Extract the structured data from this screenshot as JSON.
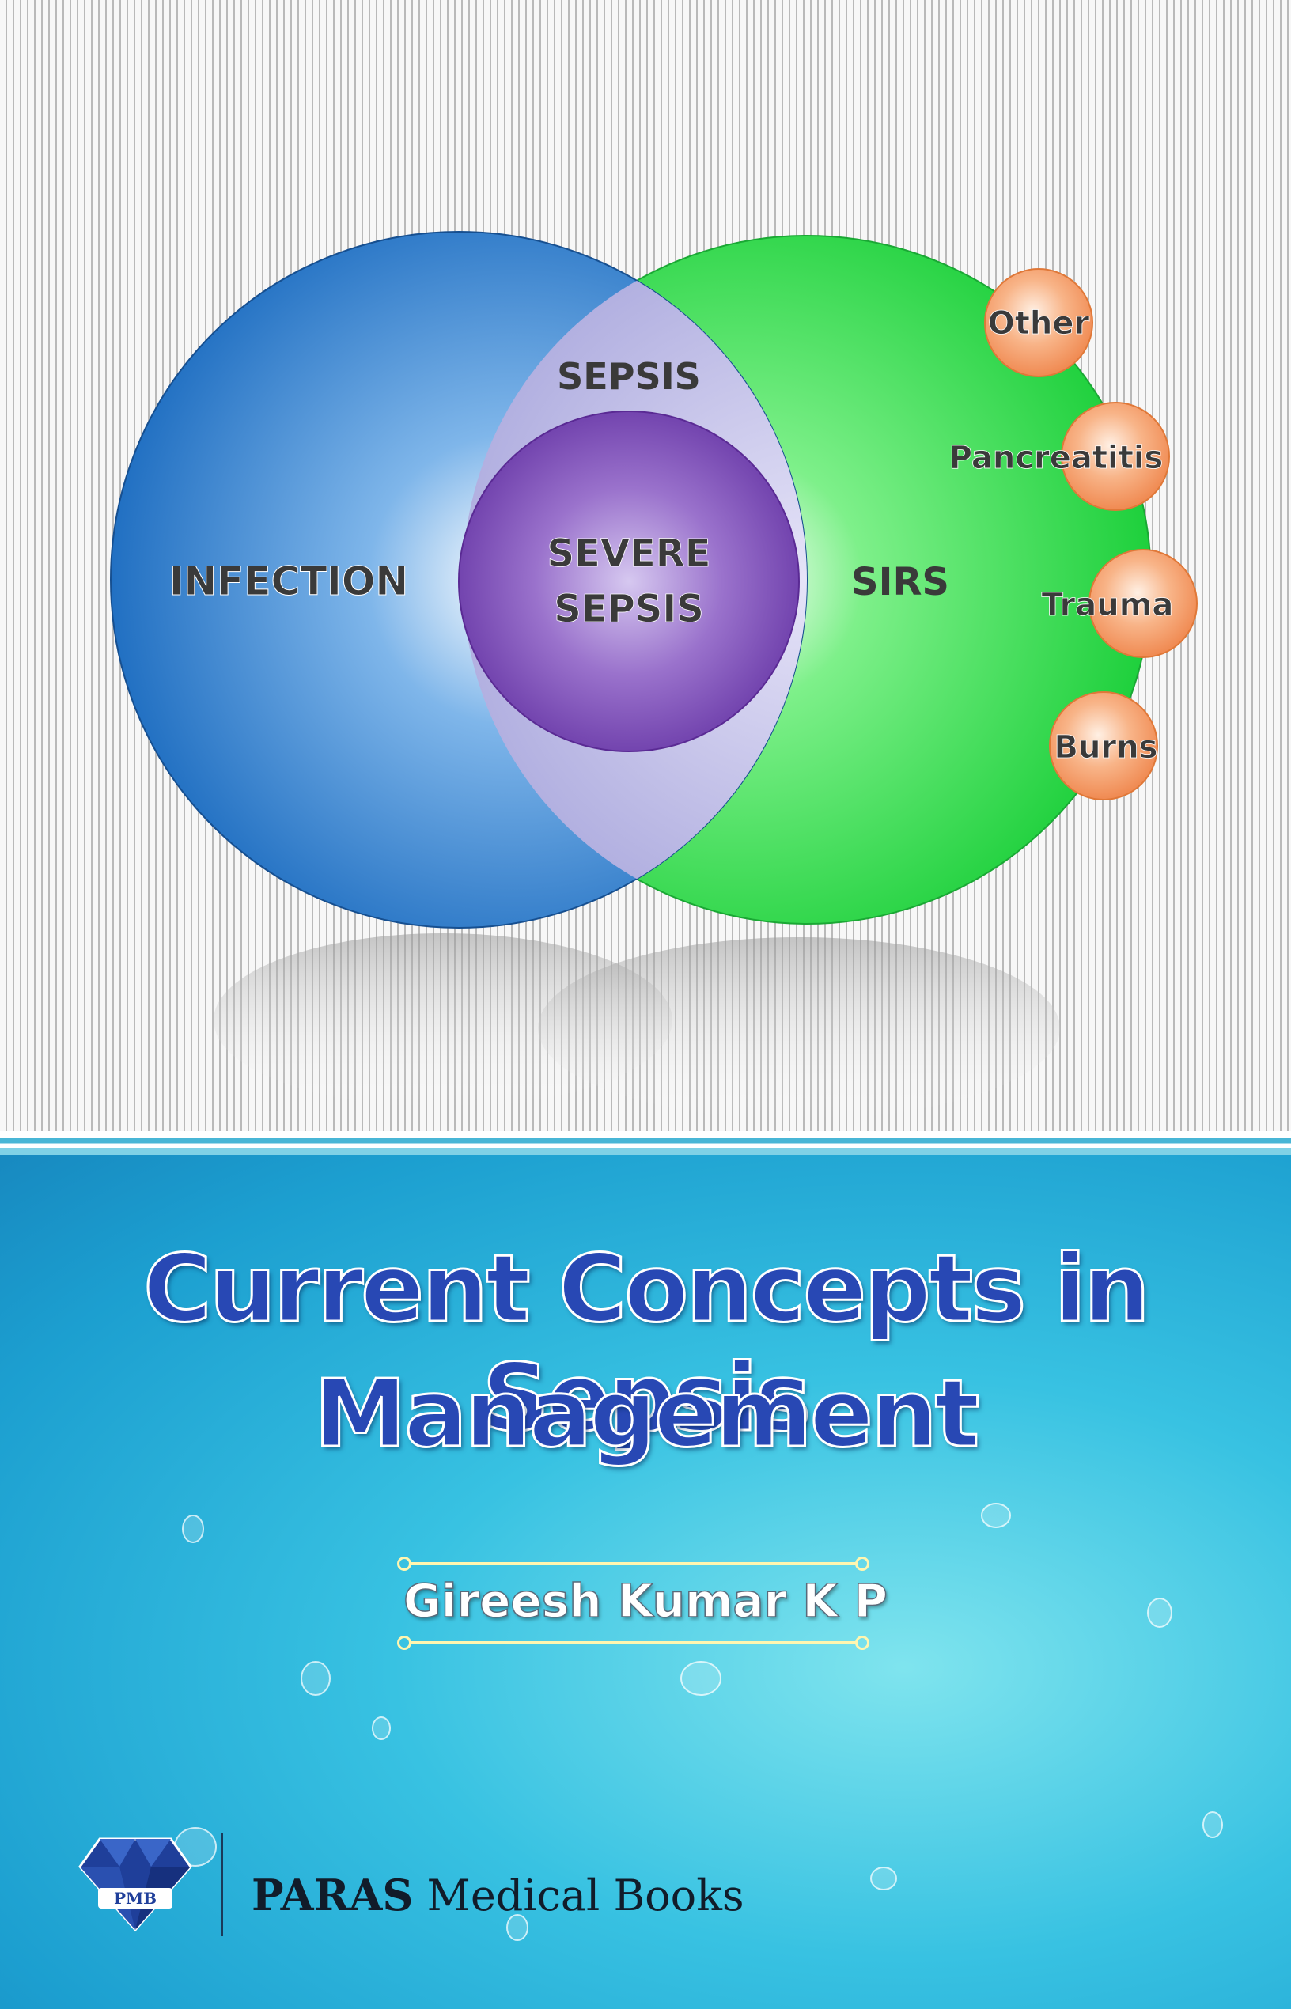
{
  "diagram": {
    "infection_label": "INFECTION",
    "sirs_label": "SIRS",
    "sepsis_label": "SEPSIS",
    "severe_sepsis_line1": "SEVERE",
    "severe_sepsis_line2": "SEPSIS",
    "causes": [
      "Other",
      "Pancreatitis",
      "Trauma",
      "Burns"
    ],
    "colors": {
      "infection": "#2a7fd0",
      "sirs": "#2ad84a",
      "sepsis": "#b9b6e6",
      "severe_sepsis": "#7a4ab6",
      "causes": "#f6a06a"
    }
  },
  "book": {
    "title_line1": "Current Concepts in Sepsis",
    "title_line2": "Management",
    "author": "Gireesh Kumar K P"
  },
  "publisher": {
    "logo_text": "PMB",
    "brand": "PARAS",
    "suffix": "Medical Books"
  }
}
